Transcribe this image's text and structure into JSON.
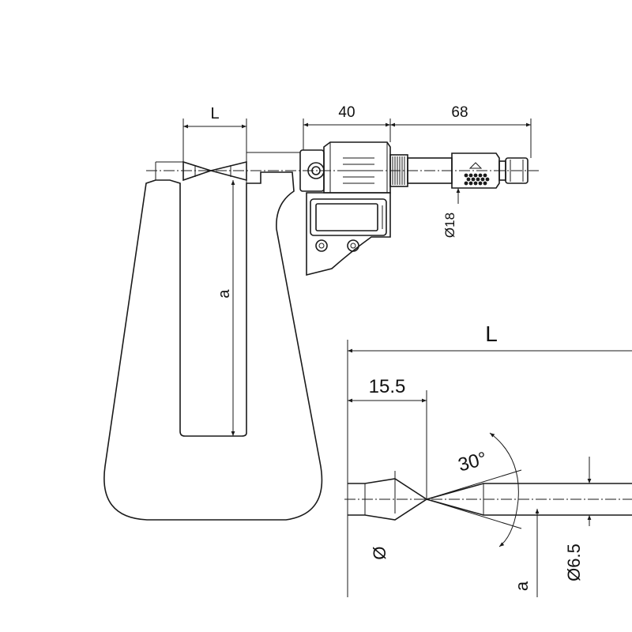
{
  "main_view": {
    "dim_l": "L",
    "dim_40": "40",
    "dim_68": "68",
    "dim_a": "a",
    "dim_d18": "Ø18"
  },
  "detail_view": {
    "dim_l": "L",
    "dim_15_5": "15.5",
    "angle_30": "30°",
    "dim_d": "Ø",
    "dim_d6_5": "Ø6.5",
    "dim_a": "a"
  },
  "colors": {
    "line": "#1a1a1a",
    "background": "#ffffff"
  }
}
